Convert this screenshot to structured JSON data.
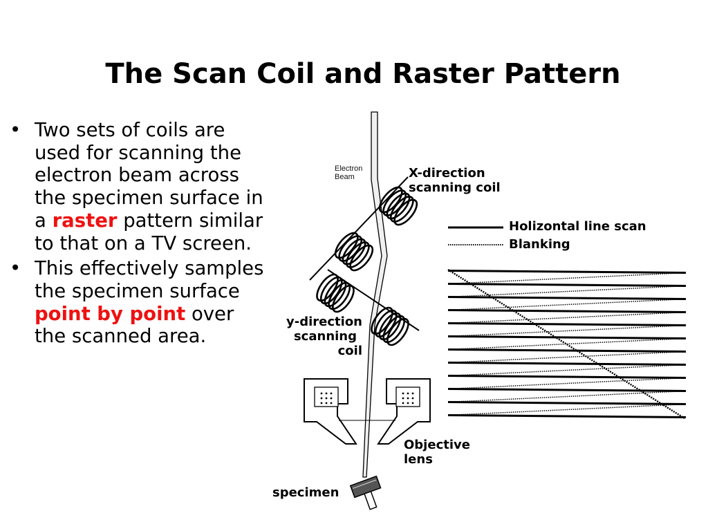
{
  "slide": {
    "title": "The Scan Coil and Raster Pattern"
  },
  "bullets": [
    {
      "before": "Two sets of coils are used for scanning the electron beam across the specimen surface in a ",
      "highlight": "raster",
      "after": " pattern similar to that on a TV screen."
    },
    {
      "before": "This effectively samples the specimen surface ",
      "highlight": "point by point",
      "after": " over the scanned area."
    }
  ],
  "diagram": {
    "electron_beam_line1": "Electron",
    "electron_beam_line2": "Beam",
    "x_coil_line1": "X-direction",
    "x_coil_line2": "scanning coil",
    "y_coil_line1": "y-direction",
    "y_coil_line2": "scanning",
    "y_coil_line3": "coil",
    "objective_line1": "Objective",
    "objective_line2": "lens",
    "specimen": "specimen",
    "legend_line_scan": "Holizontal line scan",
    "legend_blanking": "Blanking"
  },
  "raster": {
    "line_count": 12
  },
  "colors": {
    "highlight": "#ee1111",
    "text": "#000000"
  }
}
